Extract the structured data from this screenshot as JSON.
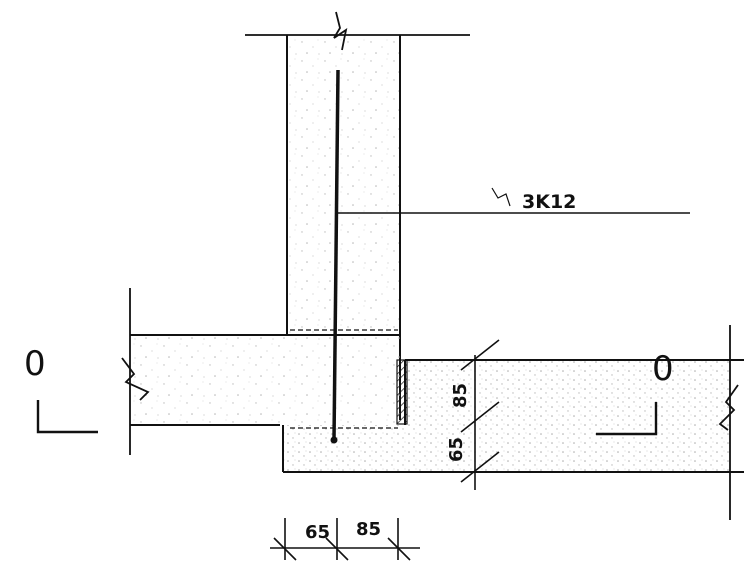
{
  "drawing": {
    "rebar_label": "3K12",
    "dimensions": {
      "vertical_upper": "85",
      "vertical_lower": "65",
      "horizontal_left": "65",
      "horizontal_right": "85"
    },
    "section_markers": {
      "left": "0",
      "right": "0"
    }
  }
}
